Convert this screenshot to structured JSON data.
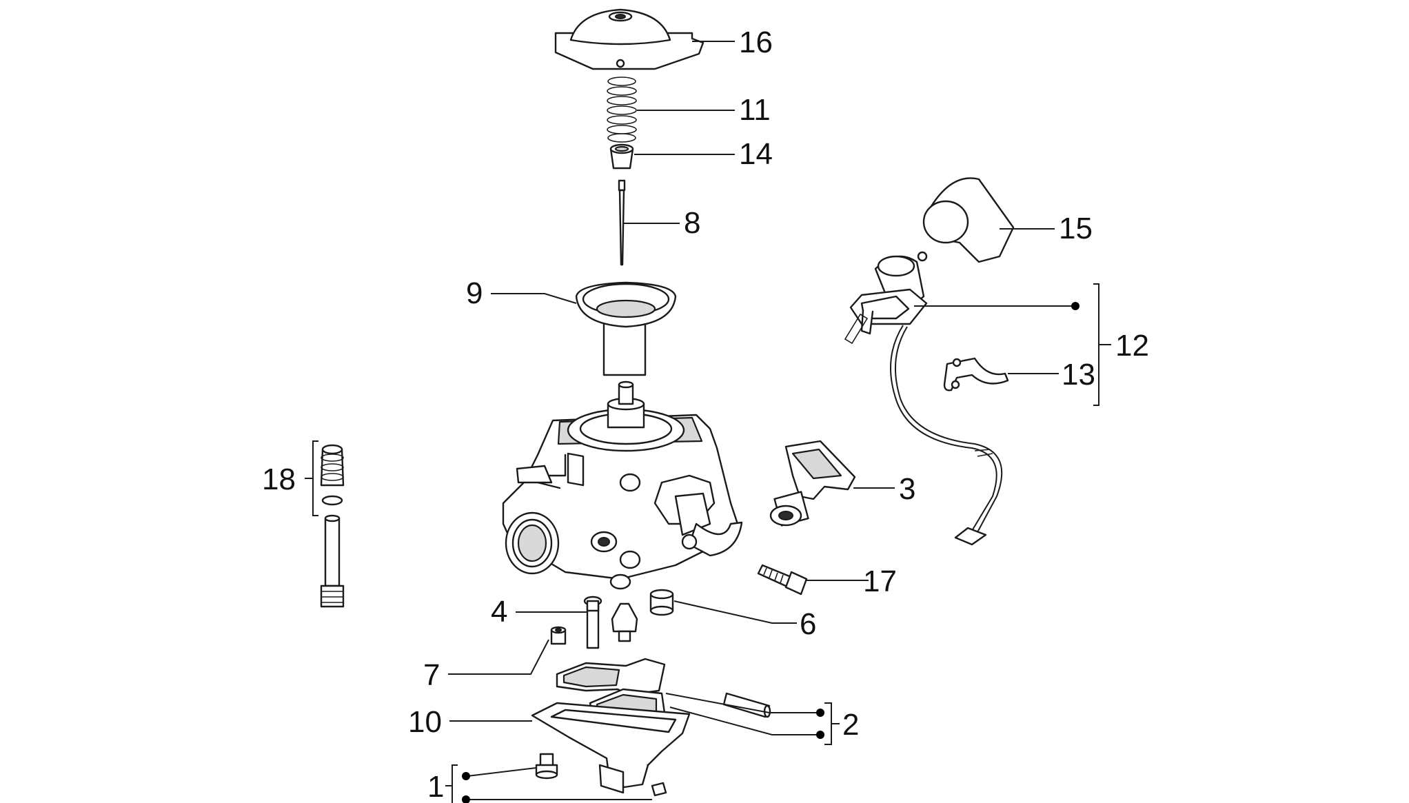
{
  "callouts": [
    {
      "id": "1",
      "label": "1"
    },
    {
      "id": "2",
      "label": "2"
    },
    {
      "id": "3",
      "label": "3"
    },
    {
      "id": "4",
      "label": "4"
    },
    {
      "id": "6",
      "label": "6"
    },
    {
      "id": "7",
      "label": "7"
    },
    {
      "id": "8",
      "label": "8"
    },
    {
      "id": "9",
      "label": "9"
    },
    {
      "id": "10",
      "label": "10"
    },
    {
      "id": "11",
      "label": "11"
    },
    {
      "id": "12",
      "label": "12"
    },
    {
      "id": "13",
      "label": "13"
    },
    {
      "id": "14",
      "label": "14"
    },
    {
      "id": "15",
      "label": "15"
    },
    {
      "id": "16",
      "label": "16"
    },
    {
      "id": "17",
      "label": "17"
    },
    {
      "id": "18",
      "label": "18"
    }
  ],
  "colors": {
    "line": "#1a1a1a",
    "background": "#ffffff",
    "shade": "#d9d9d9"
  }
}
